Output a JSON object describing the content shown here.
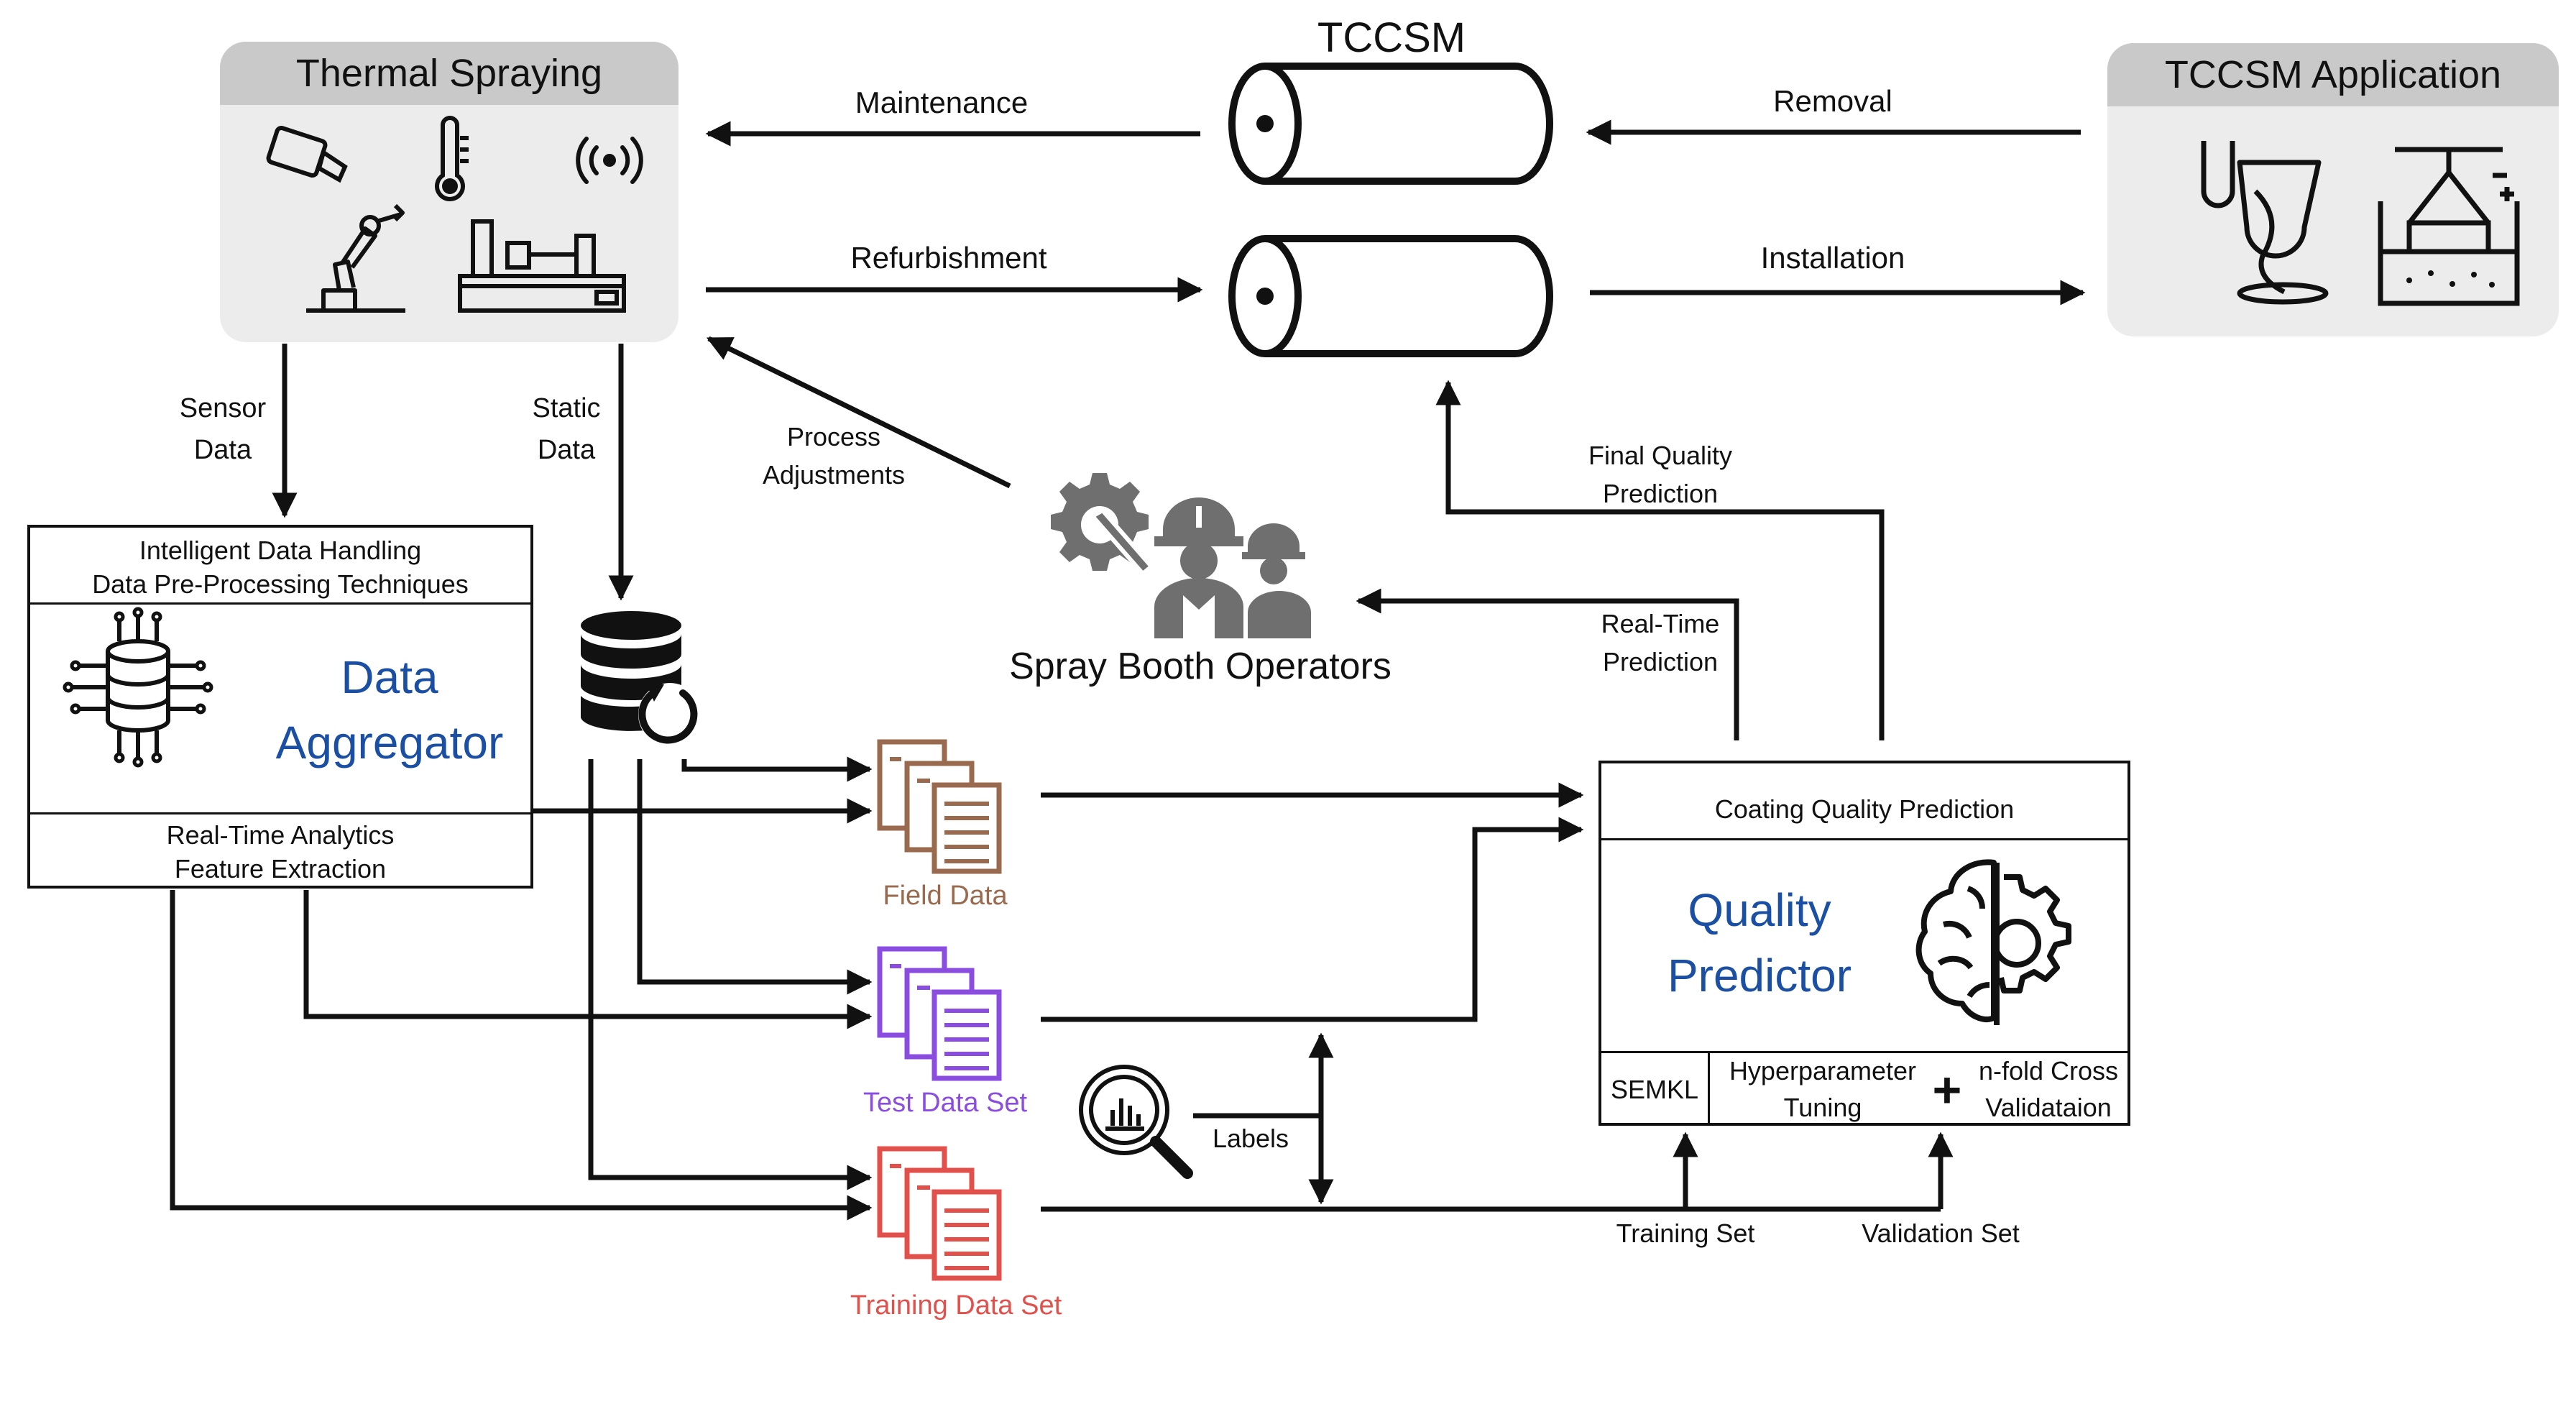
{
  "thermal_spraying": {
    "title": "Thermal Spraying"
  },
  "tccsm": {
    "title": "TCCSM"
  },
  "tccsm_application": {
    "title": "TCCSM Application"
  },
  "flows": {
    "maintenance": "Maintenance",
    "refurbishment": "Refurbishment",
    "removal": "Removal",
    "installation": "Installation",
    "sensor_data": [
      "Sensor",
      "Data"
    ],
    "static_data": [
      "Static",
      "Data"
    ],
    "process_adjustments": [
      "Process",
      "Adjustments"
    ],
    "final_quality_prediction": [
      "Final Quality",
      "Prediction"
    ],
    "real_time_prediction": [
      "Real-Time",
      "Prediction"
    ],
    "labels": "Labels",
    "training_set": "Training Set",
    "validation_set": "Validation Set"
  },
  "data_aggregator": {
    "header": [
      "Intelligent Data Handling",
      "Data Pre-Processing Techniques"
    ],
    "title": [
      "Data",
      "Aggregator"
    ],
    "footer": [
      "Real-Time Analytics",
      "Feature Extraction"
    ]
  },
  "operators": {
    "label": "Spray Booth Operators"
  },
  "datasets": {
    "field": "Field Data",
    "test": "Test Data Set",
    "training": "Training Data Set"
  },
  "quality_predictor": {
    "header": "Coating Quality Prediction",
    "title": [
      "Quality",
      "Predictor"
    ],
    "semkl": "SEMKL",
    "hyper": [
      "Hyperparameter",
      "Tuning"
    ],
    "plus": "+",
    "nfold": [
      "n-fold Cross",
      "Validataion"
    ]
  },
  "colors": {
    "field": "#9a6a4f",
    "test": "#8a4de0",
    "training": "#e2504b",
    "blue": "#1a4fa3",
    "operators": "#6f6f6f"
  }
}
